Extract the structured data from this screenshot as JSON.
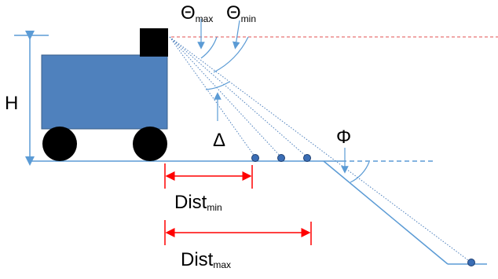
{
  "labels": {
    "H": "H",
    "theta_max": {
      "symbol": "Θ",
      "sub": "max"
    },
    "theta_min": {
      "symbol": "Θ",
      "sub": "min"
    },
    "delta": "Δ",
    "phi": "Φ",
    "dist_min": {
      "main": "Dist",
      "sub": "min"
    },
    "dist_max": {
      "main": "Dist",
      "sub": "max"
    }
  },
  "colors": {
    "robot_body": "#4f81bd",
    "robot_outline": "#3a5f8a",
    "sensor": "#000000",
    "wheel": "#000000",
    "ground_line": "#5b9bd5",
    "horizon_dashed": "#e05050",
    "arrow_red": "#ff0000",
    "rays": "#4f81bd",
    "dot": "#3a6db5"
  }
}
